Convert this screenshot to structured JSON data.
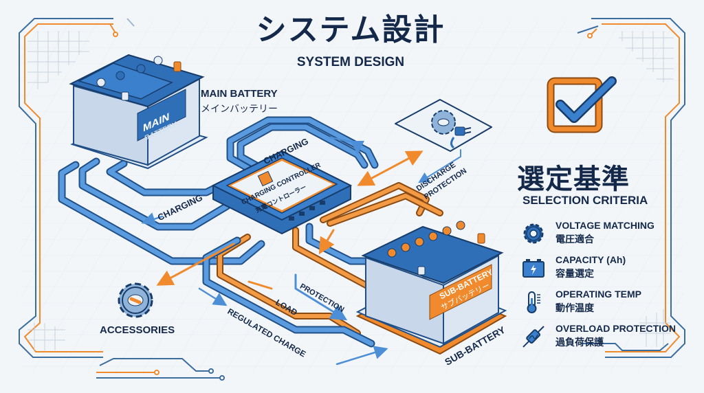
{
  "header": {
    "title_jp": "システム設計",
    "title_en": "SYSTEM DESIGN"
  },
  "components": {
    "main_battery": {
      "label_en": "MAIN BATTERY",
      "label_jp": "メインバッテリー",
      "plate_line1": "MAIN",
      "plate_line2": "BATTERY"
    },
    "charging_controller": {
      "label_en": "CHARGING CONTROLLER",
      "label_jp": "充電コントローラー"
    },
    "sub_battery": {
      "label": "SUB-BATTERY",
      "plate_line1": "SUB-BATTERY",
      "plate_line2": "サブバッテリー"
    },
    "accessories": {
      "label": "ACCESSORIES"
    },
    "discharge_protection_device": {
      "icon": "gear-plug-icon"
    }
  },
  "flows": {
    "charging_top": "CHARGING",
    "charging_left": "CHARGING",
    "discharge_protection_line1": "DISCHARGE",
    "discharge_protection_line2": "PROTECTION",
    "protection": "PROTECTION",
    "load": "LOAD",
    "regulated_charge": "REGULATED CHARGE"
  },
  "criteria": {
    "title_jp": "選定基準",
    "title_en": "SELECTION CRITERIA",
    "items": [
      {
        "icon": "gear-icon",
        "label_en": "VOLTAGE MATCHING",
        "label_jp": "電圧適合"
      },
      {
        "icon": "battery-icon",
        "label_en": "CAPACITY (Ah)",
        "label_jp": "容量選定"
      },
      {
        "icon": "thermometer-icon",
        "label_en": "OPERATING TEMP",
        "label_jp": "動作温度"
      },
      {
        "icon": "fuse-icon",
        "label_en": "OVERLOAD PROTECTION",
        "label_jp": "過負荷保護"
      }
    ]
  },
  "colors": {
    "navy": "#14294a",
    "blue": "#2f6fb8",
    "light_blue": "#5a9be0",
    "orange": "#f08a2c",
    "bg": "#f3f6f9"
  }
}
